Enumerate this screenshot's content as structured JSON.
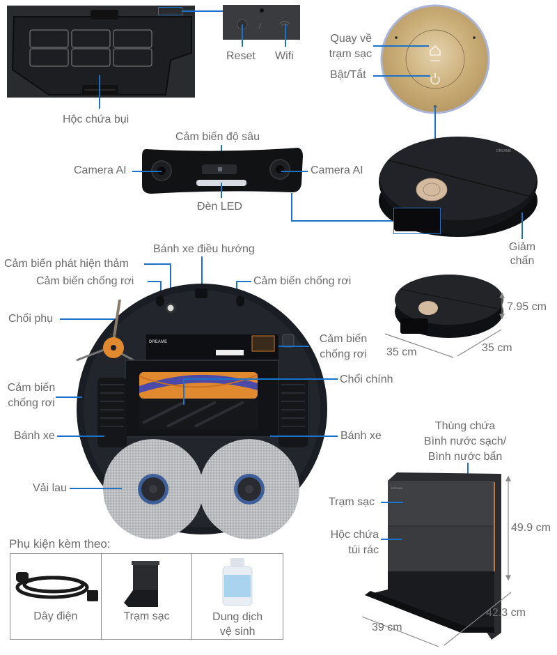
{
  "top_left": {
    "dust_bin_label": "Hộc chứa bụi",
    "reset_label": "Reset",
    "wifi_label": "Wifi"
  },
  "top_right": {
    "home_label_line1": "Quay về",
    "home_label_line2": "trạm sạc",
    "power_label": "Bật/Tắt"
  },
  "sensor_module": {
    "depth_sensor_label": "Cảm biến độ sâu",
    "camera_left_label": "Camera AI",
    "camera_right_label": "Camera AI",
    "led_label": "Đèn LED"
  },
  "robot_top": {
    "bumper_label_line1": "Giảm",
    "bumper_label_line2": "chấn"
  },
  "underside": {
    "nav_wheel_label": "Bánh xe điều hướng",
    "carpet_sensor_label": "Cảm biến phát hiện thảm",
    "cliff_sensor_left_label": "Cảm biến chống rơi",
    "cliff_sensor_right_label": "Cảm biến chống rơi",
    "side_brush_label": "Chổi phụ",
    "cliff_sensor_side_right_line1": "Cảm biến",
    "cliff_sensor_side_right_line2": "chống rơi",
    "main_brush_label": "Chổi chính",
    "cliff_sensor_side_left_line1": "Cảm biến",
    "cliff_sensor_side_left_line2": "chống rơi",
    "wheel_left_label": "Bánh xe",
    "wheel_right_label": "Bánh xe",
    "mop_label": "Vải lau"
  },
  "robot_dimensions": {
    "height": "7.95 cm",
    "width": "35 cm",
    "depth": "35 cm"
  },
  "station": {
    "tank_label_line1": "Thùng chứa",
    "tank_label_line2": "Bình nước sạch/",
    "tank_label_line3": "Bình nước bẩn",
    "station_label": "Trạm sạc",
    "bag_label_line1": "Hộc chứa",
    "bag_label_line2": "túi rác",
    "height": "49.9 cm",
    "depth": "42.3 cm",
    "width": "39 cm"
  },
  "accessories": {
    "title": "Phụ kiện kèm theo:",
    "items": [
      {
        "label": "Dây điện"
      },
      {
        "label": "Trạm sạc"
      },
      {
        "label_line1": "Dung dịch",
        "label_line2": "vệ sinh"
      }
    ]
  },
  "colors": {
    "callout_line": "#1a73c9",
    "label_text": "#6b6b6b",
    "robot_body": "#1c1d22",
    "gold_button": "#c9ad7a",
    "brush_orange": "#e0892e",
    "brush_purple": "#4b4aa8"
  }
}
